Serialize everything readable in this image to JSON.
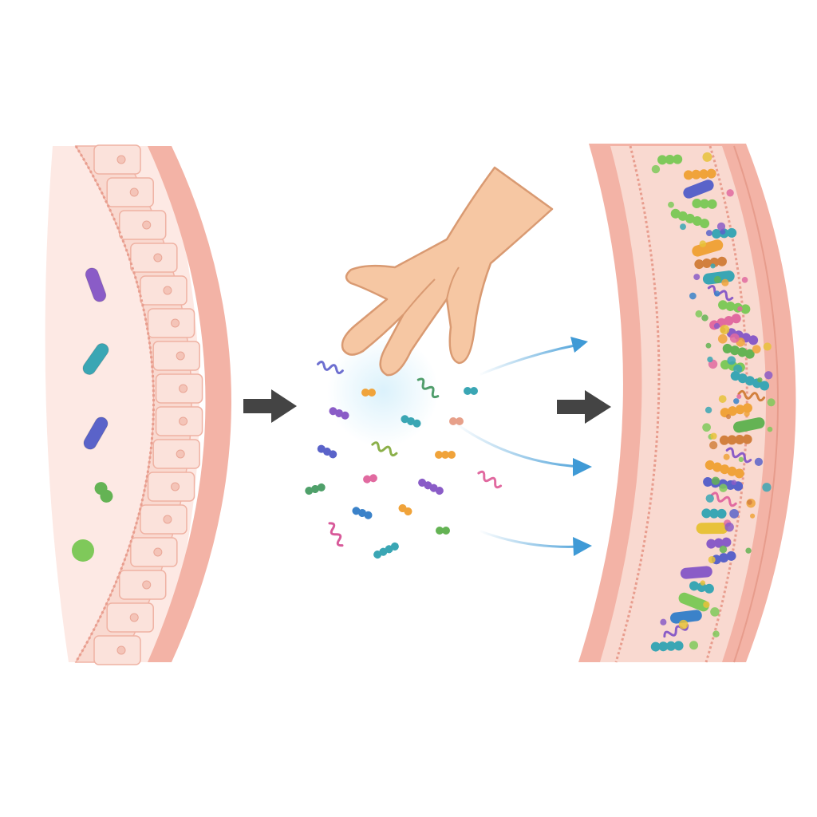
{
  "diagram": {
    "panels": [
      {
        "id": "gut-before",
        "label": "",
        "microbe_diversity": "low"
      },
      {
        "id": "microbe-transfer",
        "label": "",
        "actor": "hand-icon"
      },
      {
        "id": "gut-after",
        "label": "",
        "microbe_diversity": "high"
      }
    ],
    "arrows": [
      "arrow-right-icon",
      "arrow-right-icon"
    ],
    "colors": {
      "tissue_outer": "#f3b3a6",
      "tissue_mid": "#f8cfc4",
      "lumen": "#fde9e4",
      "skin": "#f6c7a3",
      "skin_line": "#d99a72",
      "arrow": "#444444",
      "flow_arrow": "#3f9ad6",
      "microbes": [
        "#8a5cc7",
        "#3aa6b4",
        "#5a63c9",
        "#64b354",
        "#7fc95a",
        "#f0a33a",
        "#e16aa0",
        "#3b82c9",
        "#e8c23a",
        "#d2803e"
      ]
    }
  }
}
